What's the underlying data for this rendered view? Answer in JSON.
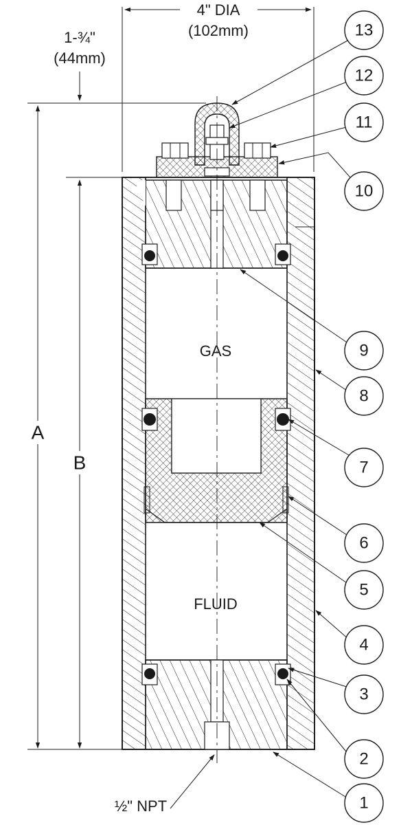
{
  "dimensions": {
    "diameter": "4\" DIA",
    "diameter_mm": "(102mm)",
    "top_height": "1-¾\"",
    "top_height_mm": "(44mm)",
    "overall_a": "A",
    "body_b": "B",
    "port": "½\" NPT"
  },
  "zones": {
    "gas": "GAS",
    "fluid": "FLUID"
  },
  "callouts": [
    "1",
    "2",
    "3",
    "4",
    "5",
    "6",
    "7",
    "8",
    "9",
    "10",
    "11",
    "12",
    "13"
  ],
  "colors": {
    "ink": "#1a1a1a",
    "paper": "#ffffff"
  }
}
